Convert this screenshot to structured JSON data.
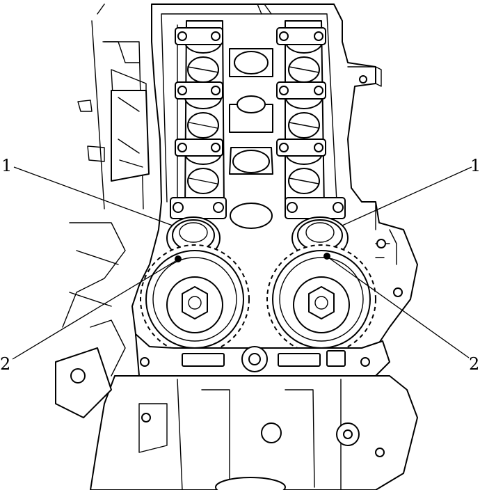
{
  "callouts": {
    "left_top": "1",
    "right_top": "1",
    "left_bottom": "2",
    "right_bottom": "2"
  },
  "colors": {
    "line": "#000000",
    "background": "#ffffff"
  }
}
